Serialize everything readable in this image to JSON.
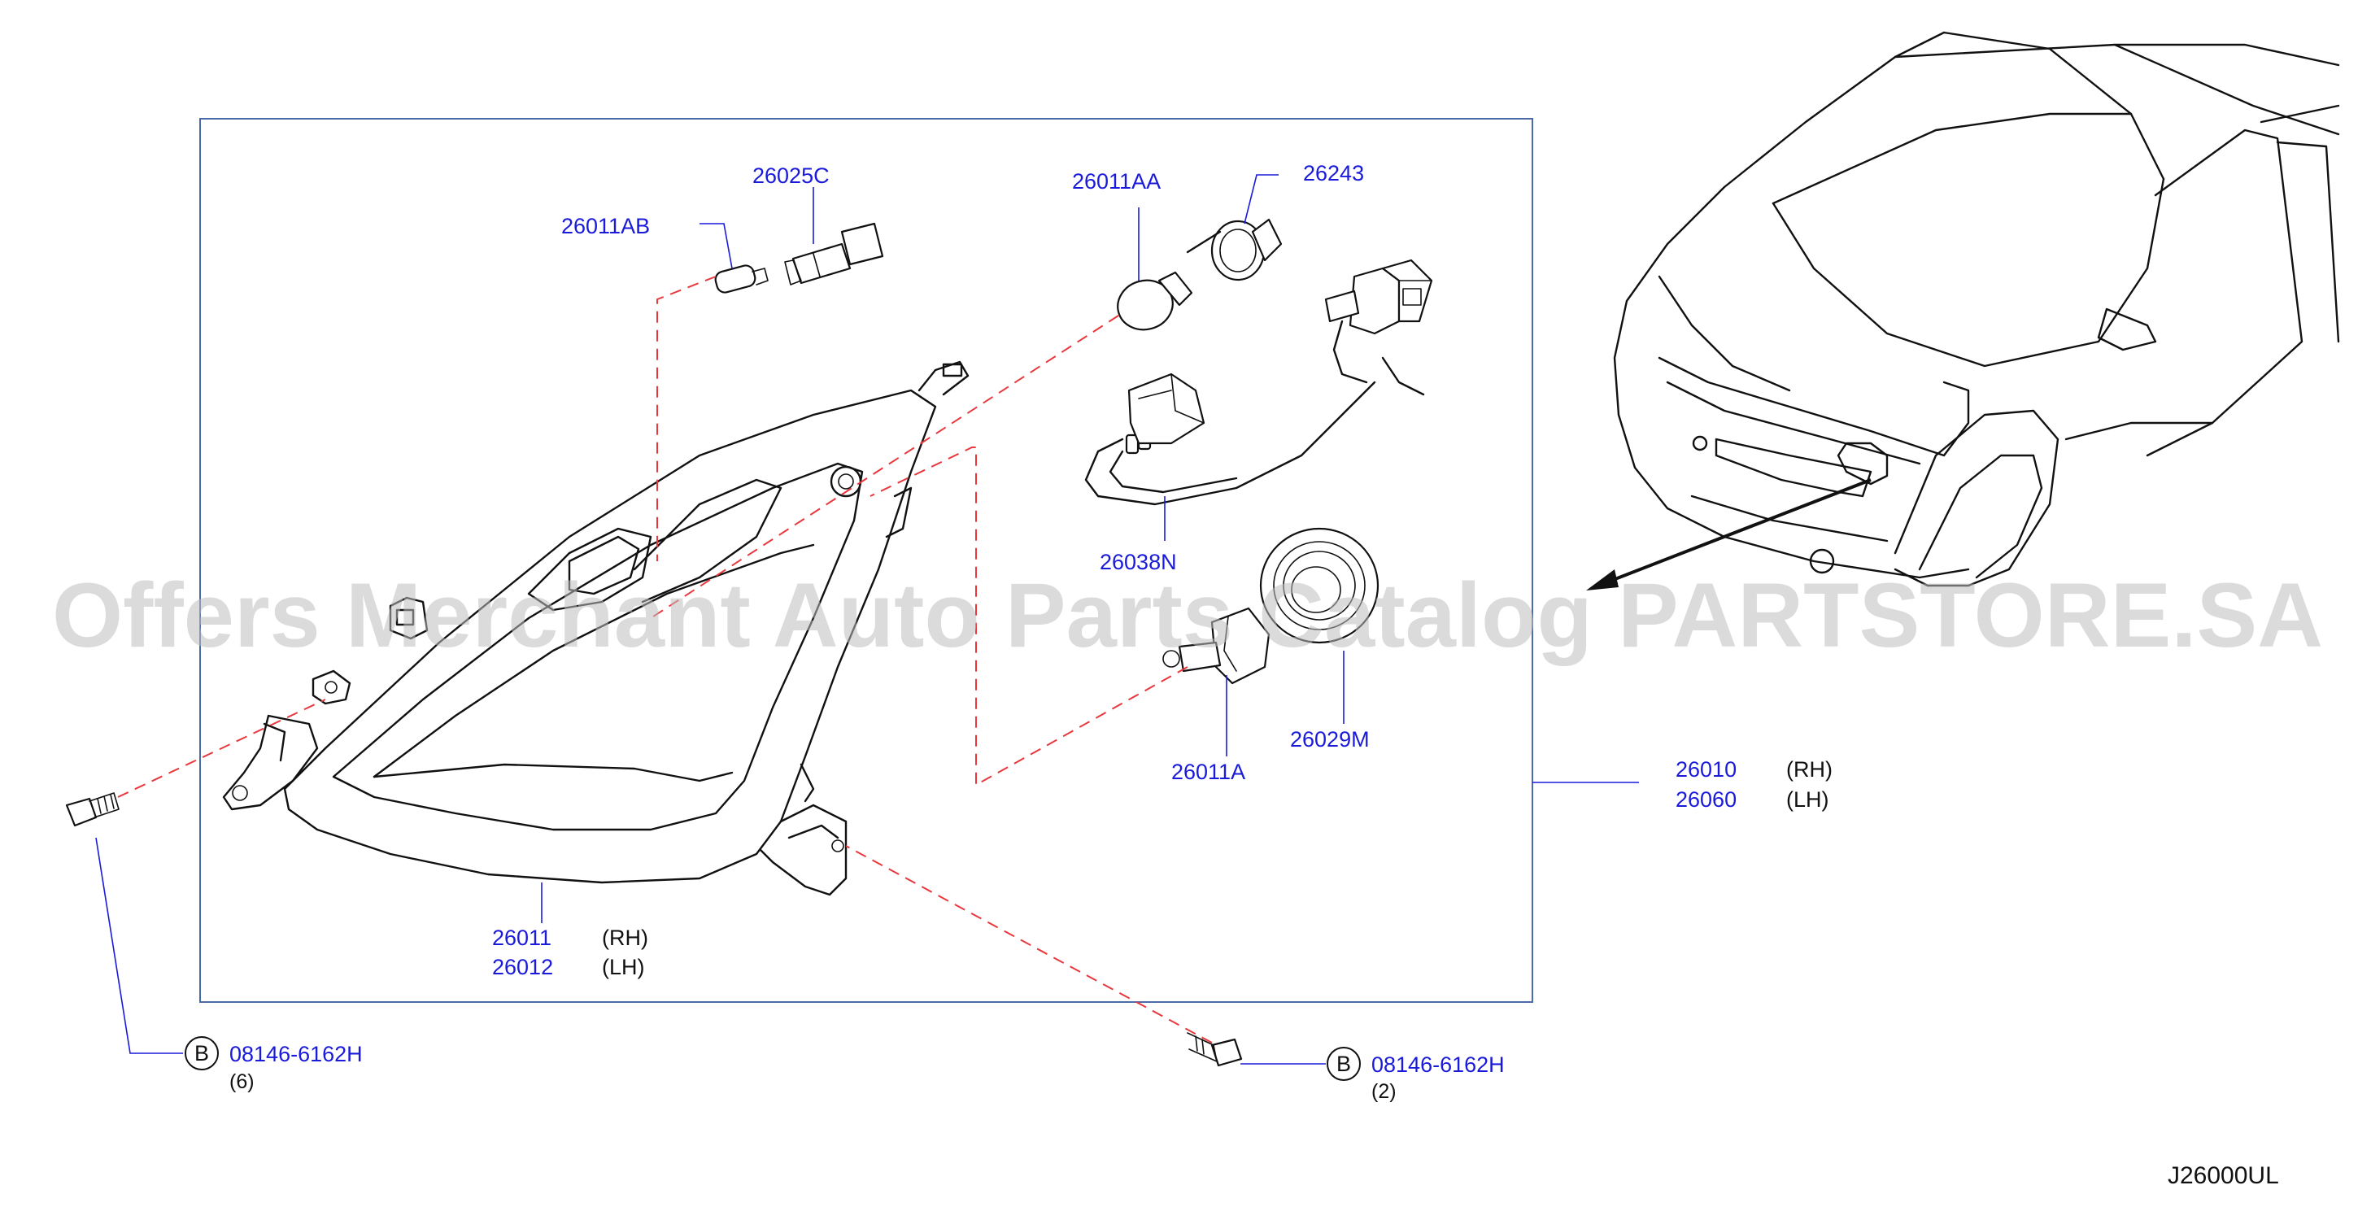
{
  "watermark": "Offers Merchant Auto Parts Catalog PARTSTORE.SA",
  "diagram_code": "J26000UL",
  "parts": {
    "p26025C": "26025C",
    "p26011AB": "26011AB",
    "p26011AA": "26011AA",
    "p26243": "26243",
    "p26038N": "26038N",
    "p26029M": "26029M",
    "p26011A": "26011A",
    "p26010": "26010",
    "p26060": "26060",
    "p26011": "26011",
    "p26012": "26012"
  },
  "side": {
    "rh": "(RH)",
    "lh": "(LH)"
  },
  "bolt_left": {
    "badge": "B",
    "part": "08146-6162H",
    "qty": "(6)"
  },
  "bolt_right": {
    "badge": "B",
    "part": "08146-6162H",
    "qty": "(2)"
  },
  "colors": {
    "part_label": "#1a1adb",
    "dash": "#e8383d",
    "frame": "#4a6aa8"
  }
}
